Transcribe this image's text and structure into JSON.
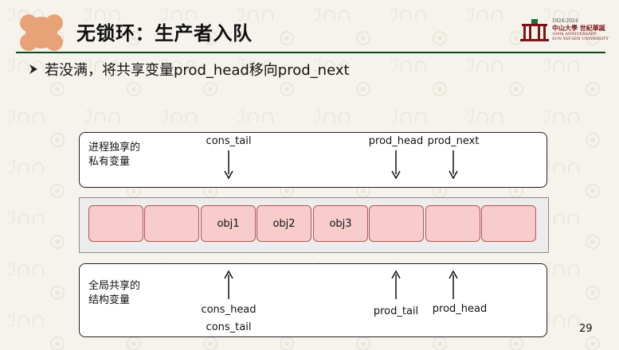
{
  "slide": {
    "title": "无锁环：生产者入队",
    "bullet": "若没满，将共享变量prod_head移向prod_next",
    "page_number": "29"
  },
  "logo": {
    "years": "1924-2024",
    "name_cn": "中山大學 世紀華誕",
    "name_en_1": "100th ANNIVERSARY",
    "name_en_2": "SUN YAT-SEN UNIVERSITY"
  },
  "diagram": {
    "private_box_label_line1": "进程独享的",
    "private_box_label_line2": "私有变量",
    "shared_box_label_line1": "全局共享的",
    "shared_box_label_line2": "结构变量",
    "ring_cells": [
      "",
      "",
      "obj1",
      "obj2",
      "obj3",
      "",
      "",
      ""
    ],
    "private_pointers": [
      "cons_tail",
      "prod_head",
      "prod_next"
    ],
    "shared_pointers": [
      "cons_head",
      "cons_tail",
      "prod_tail",
      "prod_head"
    ]
  },
  "colors": {
    "title_rule": "#0c4a1e",
    "cell_fill": "#f7cccb",
    "cell_border": "#b95450",
    "badge": "#e8a277",
    "logo_red": "#7a1416"
  }
}
